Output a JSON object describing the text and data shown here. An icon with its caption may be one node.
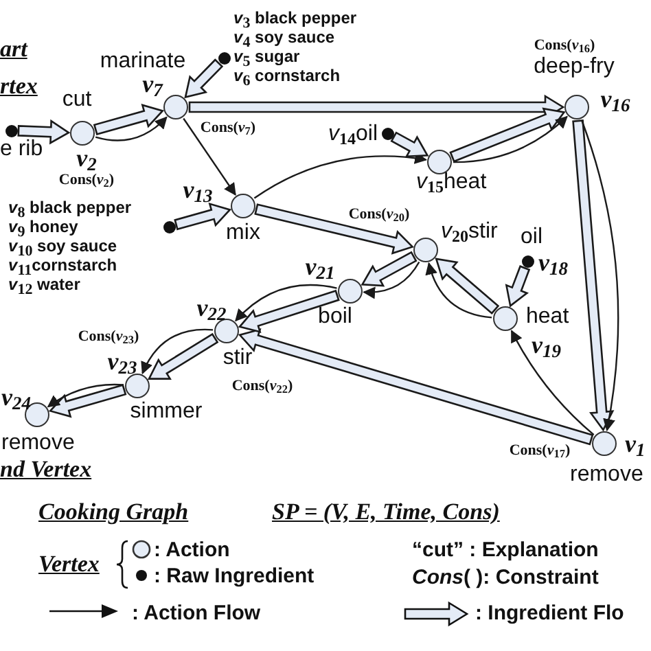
{
  "diagram": {
    "nodes": [
      {
        "text": [],
        "shape": "dot",
        "beside": [
          "e rib"
        ]
      },
      {
        "text": [],
        "shape": "circle",
        "beside": [
          "cut",
          "*v*$_{2}$",
          "Cons(*v*$_{2}$)"
        ]
      },
      {
        "text": [],
        "shape": "dot",
        "beside": [
          "*v*$_{3}$ black pepper",
          "*v*$_{4}$ soy sauce",
          "*v*$_{5}$ sugar",
          "*v*$_{6}$ cornstarch"
        ]
      },
      {
        "text": [],
        "shape": "circle",
        "beside": [
          "marinate",
          "*v*$_{7}$",
          "Cons(*v*$_{7}$)"
        ]
      },
      {
        "text": [],
        "shape": "dot",
        "beside": [
          "*v*$_{8}$ black pepper",
          "*v*$_{9}$ honey",
          "*v*$_{10}$ soy sauce",
          "*v*$_{11}$cornstarch",
          "*v*$_{12}$ water"
        ]
      },
      {
        "text": [],
        "shape": "circle",
        "beside": [
          "*v*$_{13}$",
          "mix"
        ]
      },
      {
        "text": [],
        "shape": "dot",
        "beside": [
          "*v*$_{14}$oil"
        ]
      },
      {
        "text": [],
        "shape": "circle",
        "beside": [
          "*v*$_{15}$heat"
        ]
      },
      {
        "text": [],
        "shape": "circle",
        "beside": [
          "Cons(*v*$_{16}$)",
          "deep-fry",
          "*v*$_{16}$"
        ]
      },
      {
        "text": [],
        "shape": "circle",
        "beside": [
          "Cons(*v*$_{20}$)",
          "*v*$_{20}$stir"
        ]
      },
      {
        "text": [],
        "shape": "dot",
        "beside": [
          "oil",
          "*v*$_{18}$"
        ]
      },
      {
        "text": [],
        "shape": "circle",
        "beside": [
          "heat",
          "*v*$_{19}$"
        ]
      },
      {
        "text": [],
        "shape": "circle",
        "beside": [
          "*v*$_{21}$",
          "boil"
        ]
      },
      {
        "text": [],
        "shape": "circle",
        "beside": [
          "*v*$_{22}$",
          "stir",
          "Cons(*v*$_{22}$)"
        ]
      },
      {
        "text": [],
        "shape": "circle",
        "beside": [
          "Cons(*v*$_{23}$)",
          "*v*$_{23}$",
          "simmer"
        ]
      },
      {
        "text": [],
        "shape": "circle",
        "beside": [
          "*v*$_{24}$",
          "remove"
        ]
      },
      {
        "text": [],
        "shape": "circle",
        "beside": [
          "Cons(*v*$_{17}$)",
          "*v*$_{1}$",
          "remove"
        ]
      }
    ],
    "edges": [
      {
        "from": 0,
        "to": 1,
        "arrow": "to",
        "style": "thick"
      },
      {
        "from": 1,
        "to": 3,
        "arrow": "to",
        "style": "thick"
      },
      {
        "from": 1,
        "to": 3,
        "arrow": "to"
      },
      {
        "from": 2,
        "to": 3,
        "arrow": "to",
        "style": "thick"
      },
      {
        "from": 3,
        "to": 8,
        "arrow": "to",
        "style": "thick"
      },
      {
        "from": 3,
        "to": 5,
        "arrow": "to"
      },
      {
        "from": 4,
        "to": 5,
        "arrow": "to",
        "style": "thick"
      },
      {
        "from": 5,
        "to": 9,
        "arrow": "to",
        "style": "thick"
      },
      {
        "from": 5,
        "to": 7,
        "arrow": "to"
      },
      {
        "from": 6,
        "to": 7,
        "arrow": "to",
        "style": "thick"
      },
      {
        "from": 7,
        "to": 8,
        "arrow": "to",
        "style": "thick"
      },
      {
        "from": 7,
        "to": 8,
        "arrow": "to"
      },
      {
        "from": 8,
        "to": 16,
        "arrow": "to",
        "style": "thick"
      },
      {
        "from": 8,
        "to": 16,
        "arrow": "to"
      },
      {
        "from": 16,
        "to": 13,
        "arrow": "to",
        "style": "thick"
      },
      {
        "from": 16,
        "to": 11,
        "arrow": "to"
      },
      {
        "from": 10,
        "to": 11,
        "arrow": "to",
        "style": "thick"
      },
      {
        "from": 11,
        "to": 9,
        "arrow": "to",
        "style": "thick"
      },
      {
        "from": 11,
        "to": 9,
        "arrow": "to"
      },
      {
        "from": 9,
        "to": 12,
        "arrow": "to",
        "style": "thick"
      },
      {
        "from": 9,
        "to": 12,
        "arrow": "to"
      },
      {
        "from": 12,
        "to": 13,
        "arrow": "to",
        "style": "thick"
      },
      {
        "from": 12,
        "to": 13,
        "arrow": "to"
      },
      {
        "from": 13,
        "to": 14,
        "arrow": "to",
        "style": "thick"
      },
      {
        "from": 13,
        "to": 14,
        "arrow": "to"
      },
      {
        "from": 14,
        "to": 15,
        "arrow": "to",
        "style": "thick"
      },
      {
        "from": 14,
        "to": 15,
        "arrow": "to"
      }
    ],
    "labels": [
      "art",
      "rtex",
      "nd Vertex",
      "Cooking Graph",
      "SP = (V, E, Time, Cons)",
      "Vertex",
      "“cut” : Explanation",
      "*Cons*( ): Constraint"
    ],
    "legend": [
      {
        "text": ": Action"
      },
      {
        "text": ": Raw Ingredient"
      },
      {
        "text": ": Action Flow"
      },
      {
        "text": ": Ingredient Flo"
      }
    ]
  }
}
